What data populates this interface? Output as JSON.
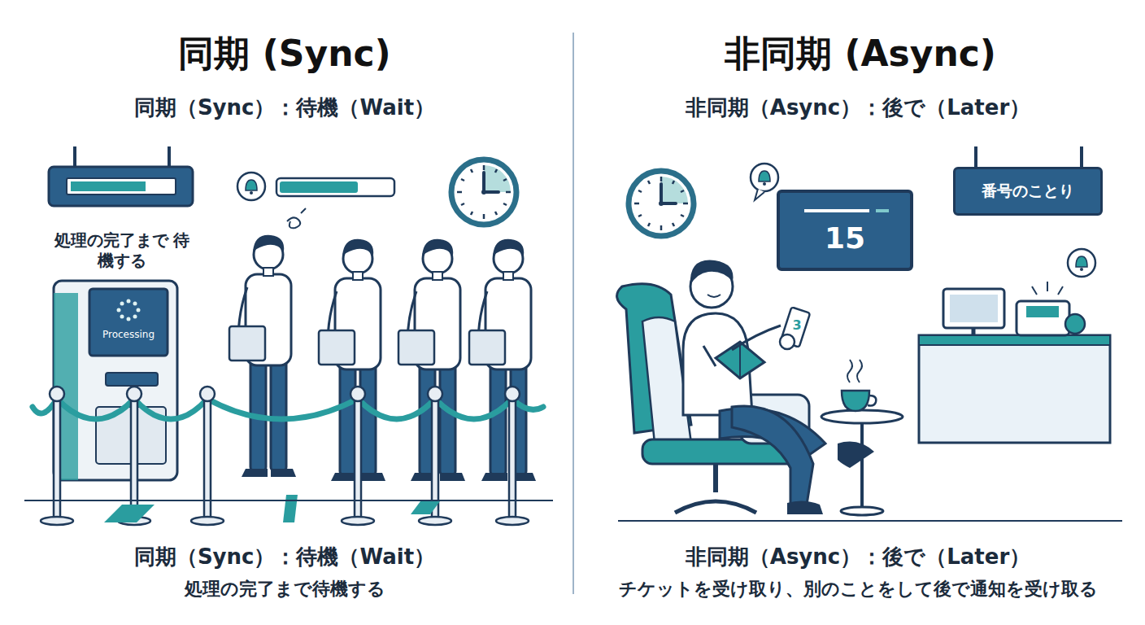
{
  "diagram": {
    "nodes": [
      {
        "text": [
          "Processing"
        ]
      },
      {
        "text": [
          "15"
        ]
      },
      {
        "text": [
          "番号のことり"
        ]
      }
    ],
    "labels": [
      "同期 (Sync)",
      "同期（Sync）：待機（Wait）",
      "処理の完了まで 待機する",
      "同期（Sync）：待機（Wait）",
      "処理の完了まで待機する",
      "非同期 (Async)",
      "非同期（Async）：後で（Later）",
      "3",
      "非同期（Async）：後で（Later）",
      "チケットを受け取り、別のことをして後で通知を受け取る"
    ]
  }
}
